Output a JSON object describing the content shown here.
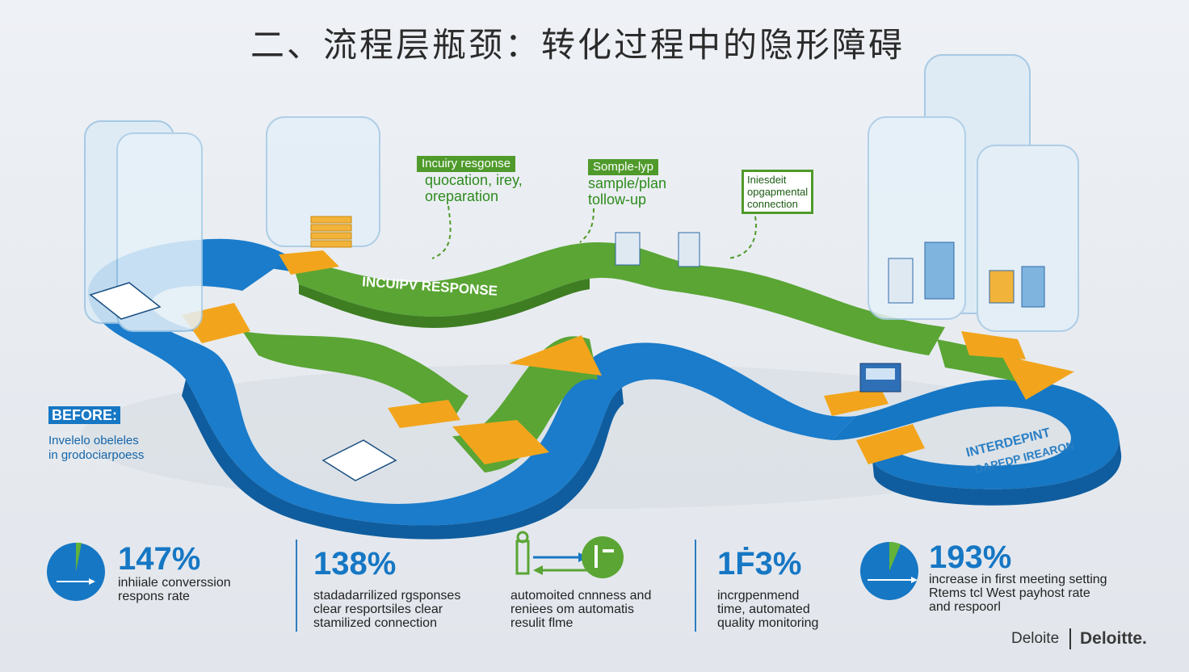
{
  "title": "二、流程层瓶颈：转化过程中的隐形障碍",
  "callouts": {
    "inquiry": {
      "header": "Incuiry resgonse",
      "line1": "quocation, irey,",
      "line2": "oreparation"
    },
    "sample": {
      "header": "Somple-lyp",
      "line1": "sample/plan",
      "line2": "tollow-up"
    },
    "dept": {
      "line1": "Iniesdeit",
      "line2": "opgapmental",
      "line3": "connection"
    }
  },
  "before": {
    "tag": "BEFORE:",
    "line1": "Invelelo obeleles",
    "line2": "in grodociarpoess"
  },
  "road_labels": {
    "main": "INCUIPV RESPONSE",
    "right1": "INTERDEPINT",
    "right2": "DAPEDP IREARON"
  },
  "stats": [
    {
      "value": "147%",
      "lines": [
        "inhiiale converssion",
        "respons rate"
      ],
      "icon": "pie-chart-icon"
    },
    {
      "value": "138%",
      "lines": [
        "stadadarrilized rgsponses",
        "clear resportsiles clear",
        "stamilized connection"
      ],
      "icon": ""
    },
    {
      "value": "",
      "lines": [
        "automoited cnnness and",
        "reniees om automatis",
        "resulit flme"
      ],
      "icon": "handoff-arrows-icon"
    },
    {
      "value": "1Ḟ3%",
      "lines": [
        "incrgpenmend",
        "time, automated",
        "quality monitoring"
      ],
      "icon": ""
    },
    {
      "value": "193%",
      "lines": [
        "increase in first meeting setting",
        "Rtems tcl West payhost rate",
        "and respoorl"
      ],
      "icon": "pie-chart-icon"
    }
  ],
  "brand": {
    "left": "Deloite",
    "right": "Deloitte."
  },
  "colors": {
    "blue": "#1677c4",
    "green": "#4f9a2b",
    "orange": "#f2a51c",
    "glass": "#dcebf6"
  }
}
